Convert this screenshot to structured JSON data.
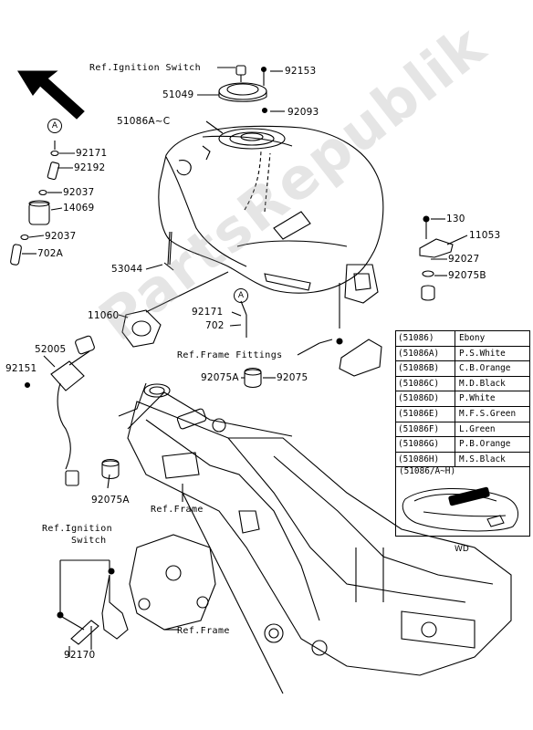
{
  "labels": {
    "ref_ignition_switch_top": "Ref.Ignition Switch",
    "p92153": "92153",
    "p51049": "51049",
    "p92093": "92093",
    "p51086": "51086A~C",
    "a_top": "A",
    "p92171_top": "92171",
    "p92192": "92192",
    "p92037_a": "92037",
    "p14069": "14069",
    "p92037_b": "92037",
    "p702A": "702A",
    "p53044": "53044",
    "p130": "130",
    "p11053": "11053",
    "p92027": "92027",
    "p92075B": "92075B",
    "p11060": "11060",
    "a_mid": "A",
    "p92171_mid": "92171",
    "p702": "702",
    "ref_frame_fittings": "Ref.Frame Fittings",
    "p52005": "52005",
    "p92151": "92151",
    "p92075A": "92075A",
    "p92075": "92075",
    "p92075A_low": "92075A",
    "ref_frame_mid": "Ref.Frame",
    "ref_ignition_line1": "Ref.Ignition",
    "ref_ignition_line2": "Switch",
    "ref_frame_low": "Ref.Frame",
    "p92170": "92170",
    "decal_title": "(51086/A~H)",
    "decal_sub": "WD"
  },
  "color_table": [
    {
      "code": "(51086)",
      "name": "Ebony"
    },
    {
      "code": "(51086A)",
      "name": "P.S.White"
    },
    {
      "code": "(51086B)",
      "name": "C.B.Orange"
    },
    {
      "code": "(51086C)",
      "name": "M.D.Black"
    },
    {
      "code": "(51086D)",
      "name": "P.White"
    },
    {
      "code": "(51086E)",
      "name": "M.F.S.Green"
    },
    {
      "code": "(51086F)",
      "name": "L.Green"
    },
    {
      "code": "(51086G)",
      "name": "P.B.Orange"
    },
    {
      "code": "(51086H)",
      "name": "M.S.Black"
    }
  ],
  "watermark": "PartsRepublik",
  "colors": {
    "line": "#000000",
    "background": "#ffffff",
    "watermark": "#a0a0a0"
  }
}
